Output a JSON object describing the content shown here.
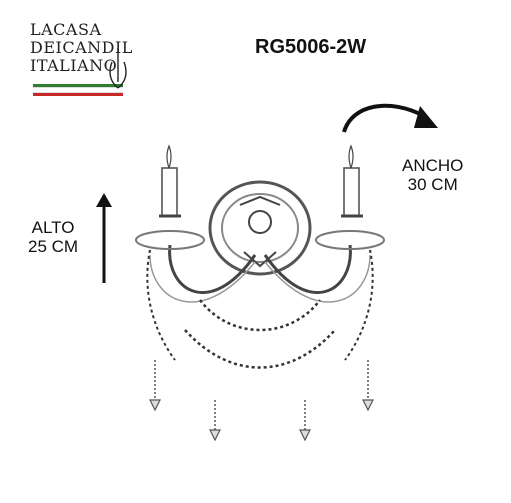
{
  "brand": {
    "logo_line1": "LACASA",
    "logo_line2": "DEICANDIL",
    "logo_line3": "ITALIANO",
    "flag_colors": [
      "#2e7d32",
      "#ffffff",
      "#c62828"
    ]
  },
  "product": {
    "model": "RG5006-2W"
  },
  "dimensions": {
    "alto_label": "ALTO",
    "alto_value": "25 CM",
    "ancho_label": "ANCHO",
    "ancho_value": "30 CM"
  }
}
